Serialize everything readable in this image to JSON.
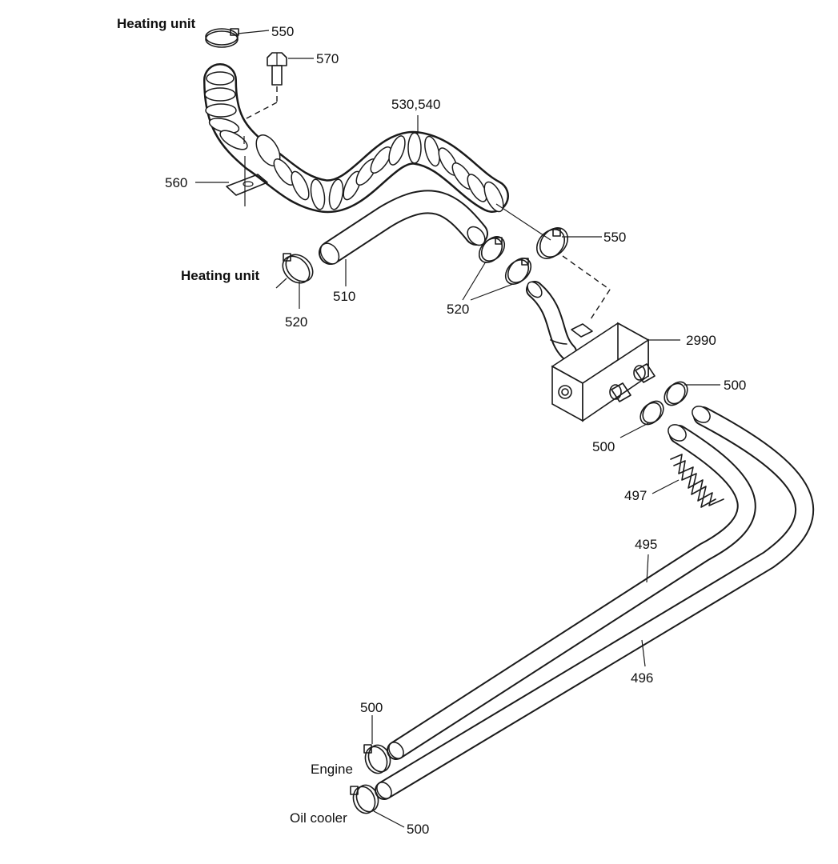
{
  "labels": {
    "heating_unit_top": "Heating unit",
    "heating_unit_left": "Heating unit",
    "engine": "Engine",
    "oil_cooler": "Oil cooler"
  },
  "callouts": {
    "p550_top": "550",
    "p570": "570",
    "p530_540": "530,540",
    "p560": "560",
    "p550_mid": "550",
    "p510": "510",
    "p520_left": "520",
    "p520_mid": "520",
    "p2990": "2990",
    "p500_right": "500",
    "p500_mid": "500",
    "p497": "497",
    "p495": "495",
    "p496": "496",
    "p500_bottom_top": "500",
    "p500_bottom": "500"
  }
}
